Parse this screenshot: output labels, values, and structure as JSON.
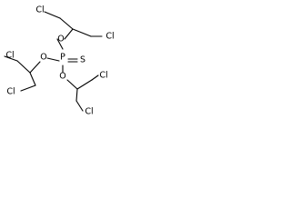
{
  "molecule": {
    "atoms": {
      "phosphorus": "P",
      "sulfur": "S",
      "oxygen_top": "O",
      "oxygen_left": "O",
      "oxygen_bottom": "O",
      "chlorine_top_left": "Cl",
      "chlorine_top_right": "Cl",
      "chlorine_left_top": "Cl",
      "chlorine_left_bottom": "Cl",
      "chlorine_bottom_top": "Cl",
      "chlorine_bottom_right": "Cl"
    }
  }
}
